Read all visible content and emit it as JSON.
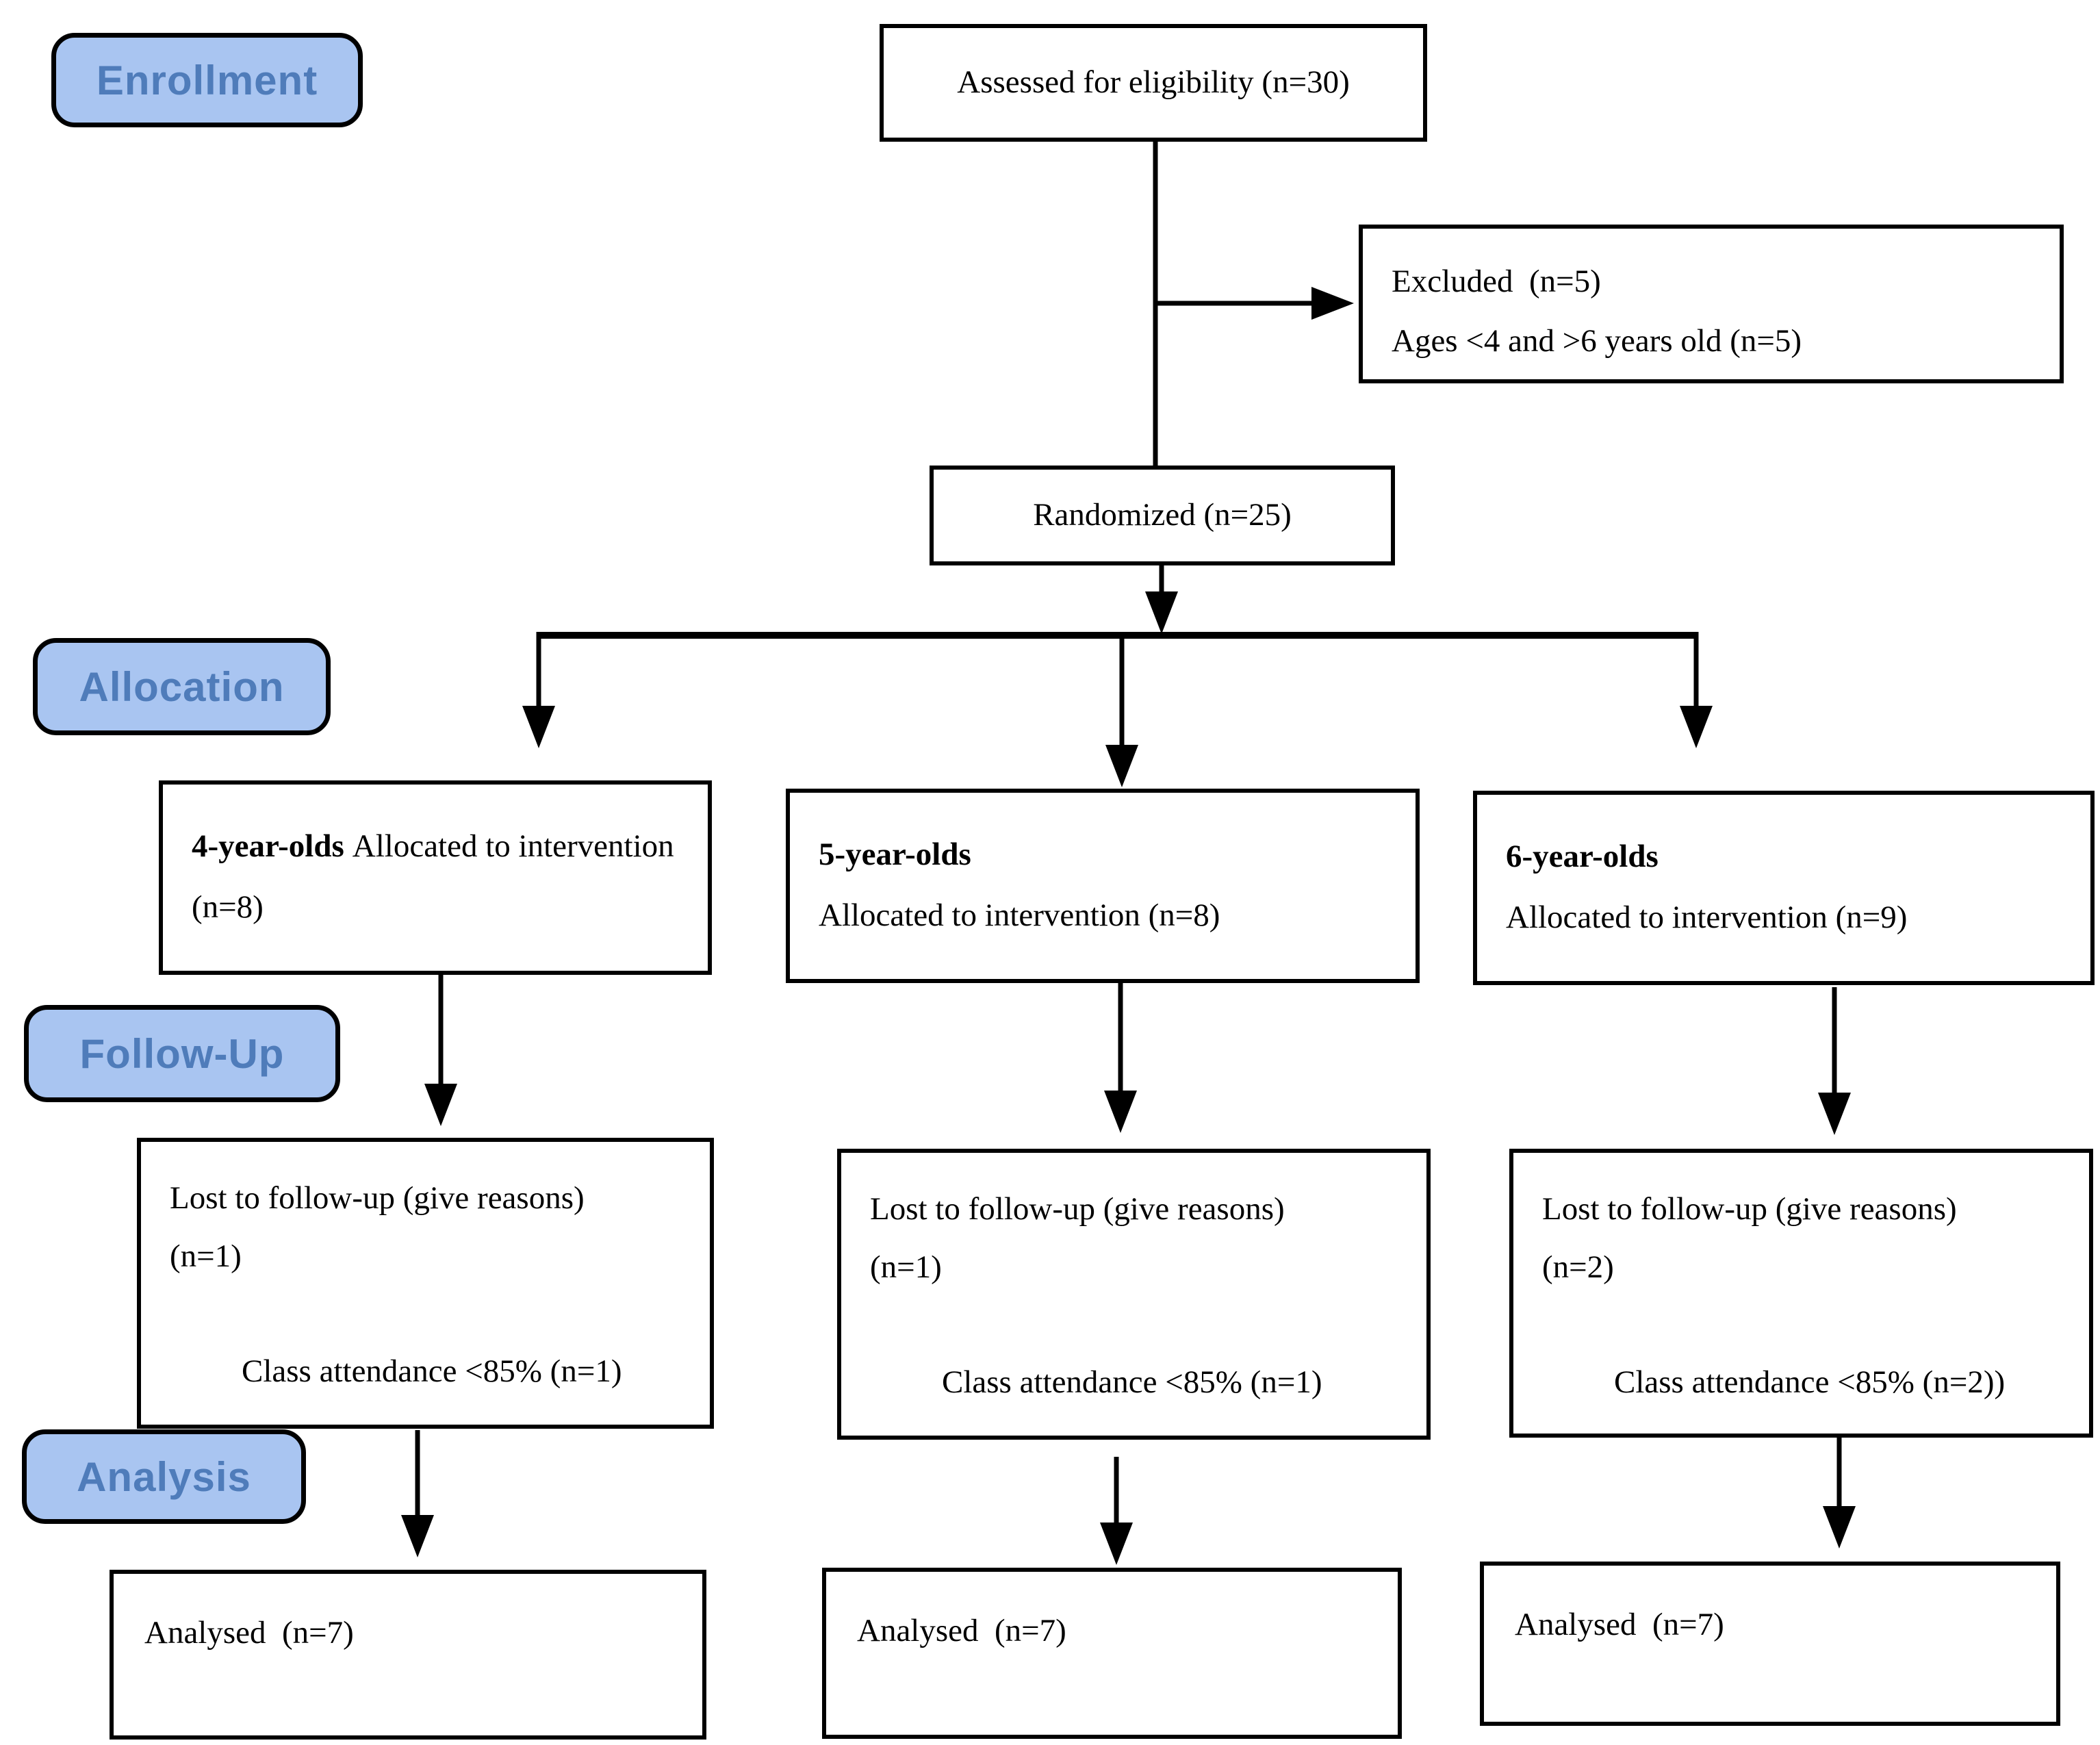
{
  "stages": [
    {
      "label": "Enrollment"
    },
    {
      "label": "Allocation"
    },
    {
      "label": "Follow-Up"
    },
    {
      "label": "Analysis"
    }
  ],
  "enrollment": {
    "assessed": "Assessed for eligibility (n=30)",
    "excluded_line1": "Excluded  (n=5)",
    "excluded_line2": "Ages <4 and >6 years old (n=5)",
    "randomized": "Randomized (n=25)"
  },
  "allocation": {
    "groups": [
      {
        "age_group": "4-year-olds",
        "text": "Allocated to intervention (n=8)"
      },
      {
        "age_group": "5-year-olds",
        "text": "Allocated to intervention (n=8)"
      },
      {
        "age_group": "6-year-olds",
        "text": "Allocated to intervention (n=9)"
      }
    ]
  },
  "followup": {
    "boxes": [
      {
        "line1": "Lost to follow-up (give reasons)",
        "line2": "(n=1)",
        "line3": "Class attendance <85% (n=1)"
      },
      {
        "line1": "Lost to follow-up (give reasons)",
        "line2": "(n=1)",
        "line3": "Class attendance <85% (n=1)"
      },
      {
        "line1": "Lost to follow-up (give reasons)",
        "line2": "(n=2)",
        "line3": "Class attendance <85% (n=2))"
      }
    ]
  },
  "analysis": {
    "boxes": [
      {
        "text": "Analysed  (n=7)"
      },
      {
        "text": "Analysed  (n=7)"
      },
      {
        "text": "Analysed  (n=7)"
      }
    ]
  },
  "colors": {
    "stage_fill": "#a9c5f1",
    "stage_text": "#4f7cba",
    "connector": "#000000"
  }
}
